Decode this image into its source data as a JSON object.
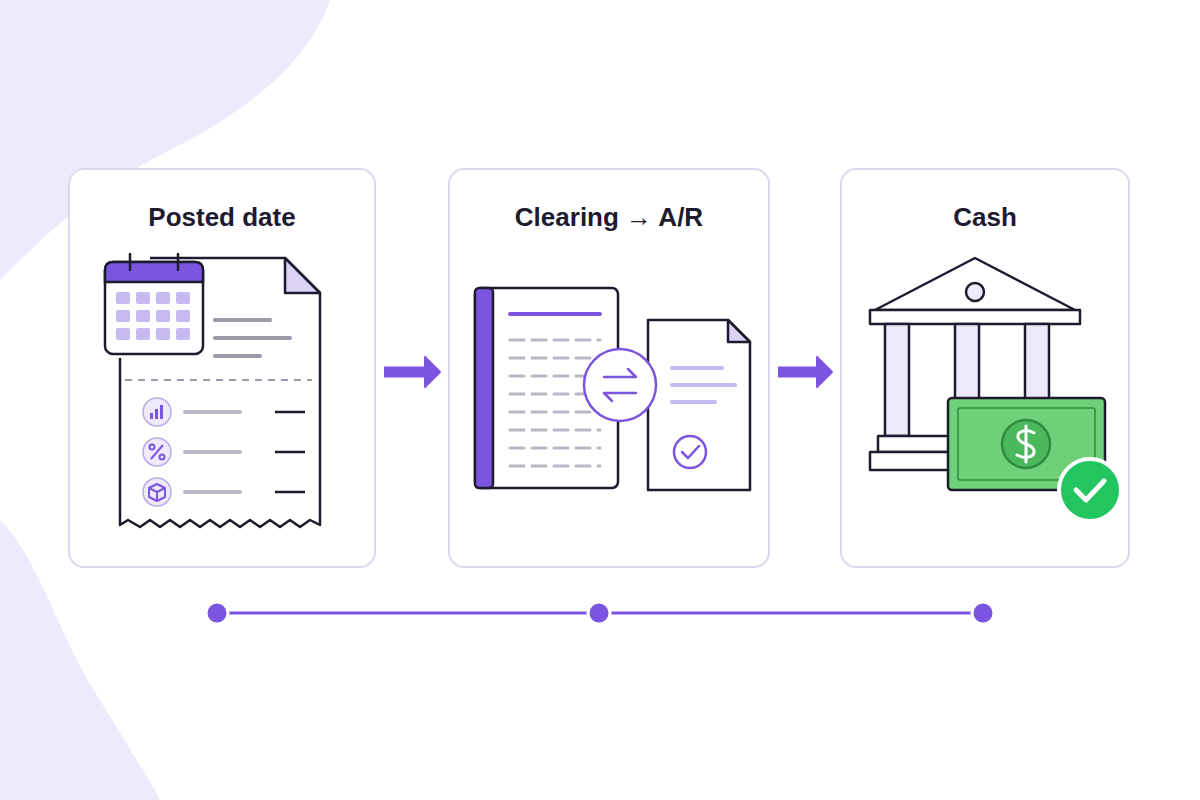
{
  "diagram": {
    "nodes": [
      {
        "text": [
          "Posted date"
        ]
      },
      {
        "text": [
          "Clearing → A/R"
        ]
      },
      {
        "text": [
          "Cash"
        ]
      }
    ],
    "edges": [
      {
        "from": 0,
        "to": 1,
        "arrow": "to"
      },
      {
        "from": 1,
        "to": 2,
        "arrow": "to"
      }
    ]
  }
}
